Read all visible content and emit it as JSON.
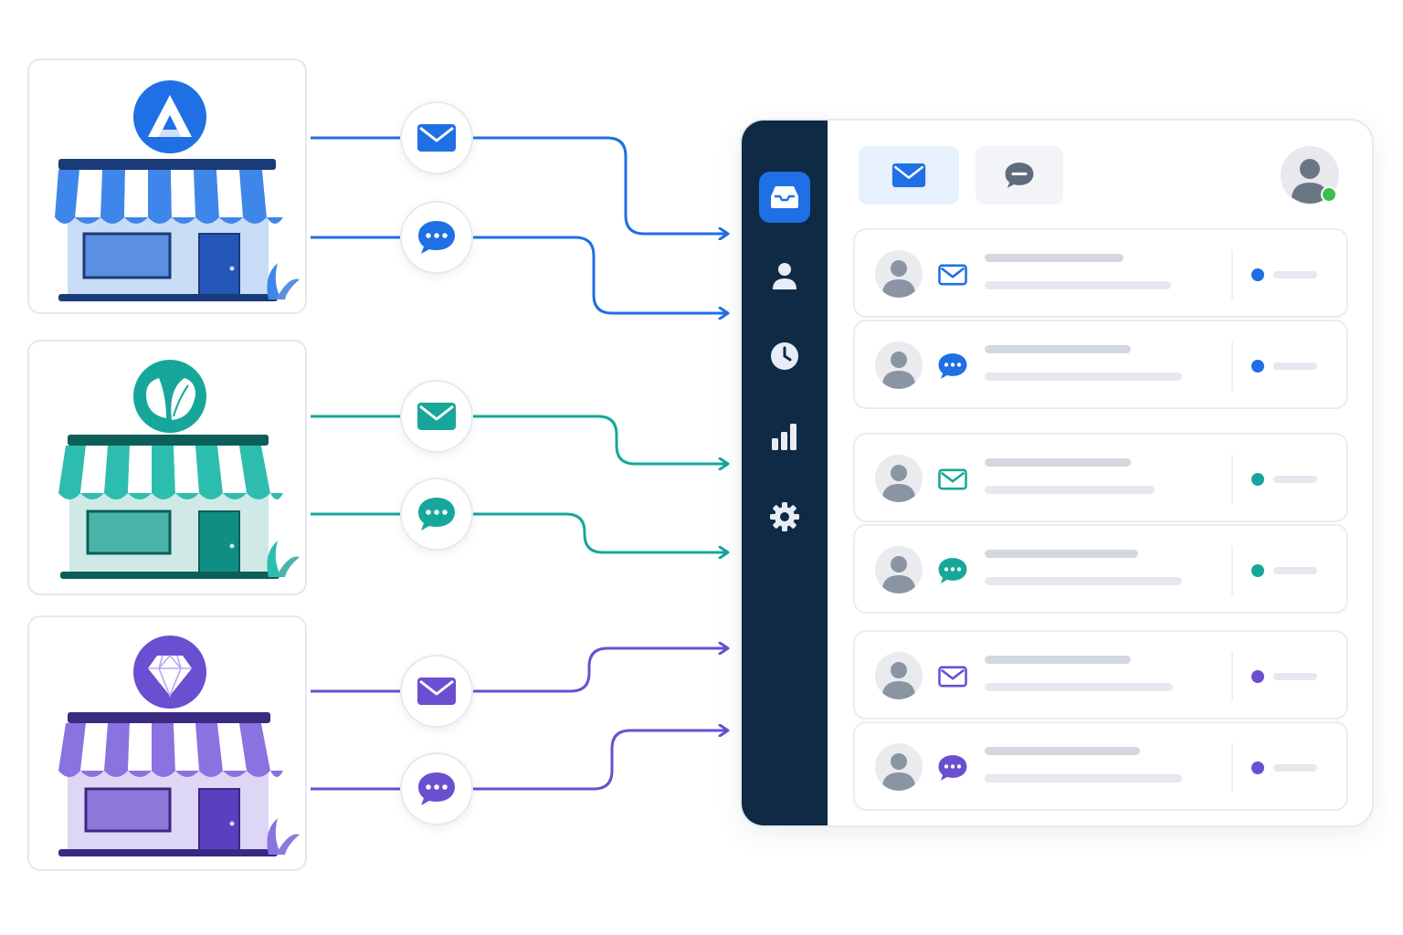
{
  "colors": {
    "blue": "#1f6fe5",
    "teal": "#16a79a",
    "purple": "#6a4fd1",
    "sidebar": "#0f2a44"
  },
  "stores": [
    {
      "logo": "triangle-a-logo-icon",
      "accent": "#1f6fe5",
      "awning": "#3f86ea",
      "wall": "#c9dcf6",
      "window": "#5b8fe0",
      "door": "#2456b8",
      "base": "#1b3a78"
    },
    {
      "logo": "leaf-logo-icon",
      "accent": "#16a79a",
      "awning": "#2dbdaf",
      "wall": "#cfe9e7",
      "window": "#4ab4a8",
      "door": "#0f8f83",
      "base": "#0c5e59"
    },
    {
      "logo": "diamond-logo-icon",
      "accent": "#6a4fd1",
      "awning": "#8a72e0",
      "wall": "#ddd6f5",
      "window": "#8d78dc",
      "door": "#5a3fbf",
      "base": "#3a2a82"
    }
  ],
  "channels": [
    "email-icon",
    "chat-icon"
  ],
  "inbox": {
    "tabs": [
      "email-tab",
      "chat-tab"
    ],
    "sidebar_items": [
      "inbox-icon",
      "contacts-icon",
      "history-icon",
      "reports-icon",
      "settings-icon"
    ],
    "rows": [
      {
        "channel": "email",
        "color": "#1f6fe5"
      },
      {
        "channel": "chat",
        "color": "#1f6fe5"
      },
      {
        "channel": "email",
        "color": "#16a79a"
      },
      {
        "channel": "chat",
        "color": "#16a79a"
      },
      {
        "channel": "email",
        "color": "#6a4fd1"
      },
      {
        "channel": "chat",
        "color": "#6a4fd1"
      }
    ]
  }
}
